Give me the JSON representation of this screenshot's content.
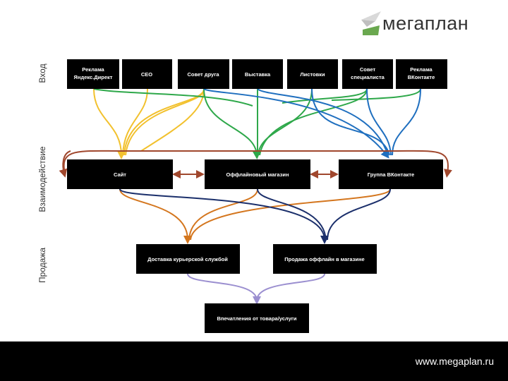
{
  "logo": {
    "name": "мегаплан",
    "icon": "paper-plane-icon",
    "color": "#6aa84f"
  },
  "stages": {
    "entry": "Вход",
    "interaction": "Взаимодействие",
    "sale": "Продажа"
  },
  "sources": [
    {
      "id": "yandex",
      "lines": [
        "Реклама",
        "Яндекс.Директ"
      ]
    },
    {
      "id": "seo",
      "lines": [
        "СЕО"
      ]
    },
    {
      "id": "friend",
      "lines": [
        "Совет друга"
      ]
    },
    {
      "id": "expo",
      "lines": [
        "Выставка"
      ]
    },
    {
      "id": "flyers",
      "lines": [
        "Листовки"
      ]
    },
    {
      "id": "expert",
      "lines": [
        "Совет",
        "специалиста"
      ]
    },
    {
      "id": "vk-ads",
      "lines": [
        "Реклама",
        "ВКонтакте"
      ]
    }
  ],
  "channels": [
    {
      "id": "site",
      "lines": [
        "Сайт"
      ]
    },
    {
      "id": "store",
      "lines": [
        "Оффлайновый магазин"
      ]
    },
    {
      "id": "vk-group",
      "lines": [
        "Группа ВКонтакте"
      ]
    }
  ],
  "sales": [
    {
      "id": "courier",
      "lines": [
        "Доставка курьерской службой"
      ]
    },
    {
      "id": "offline",
      "lines": [
        "Продажа оффлайн в магазине"
      ]
    }
  ],
  "outcome": {
    "id": "impressions",
    "lines": [
      "Впечатления от товара/услуги"
    ]
  },
  "colors": {
    "to_site": "#f2c12e",
    "to_store": "#2ea84a",
    "to_vk": "#1f6fbf",
    "interaction": "#a0472d",
    "to_courier": "#d4761e",
    "to_offline": "#1b2f6b",
    "to_outcome": "#9b8fd0"
  },
  "footer": {
    "url": "www.megaplan.ru"
  }
}
